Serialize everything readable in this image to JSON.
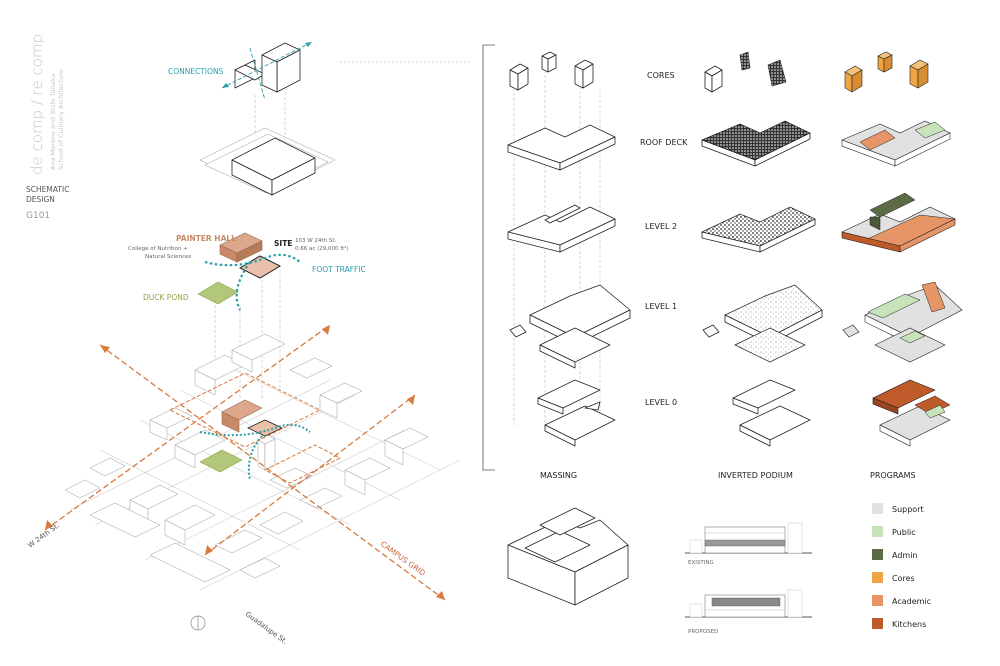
{
  "project": {
    "title": "de comp / re comp",
    "subtitle_line1": "Ana Moreno and Yoshi Tanaka",
    "subtitle_line2": "School of Culinary Architecture",
    "phase_line1": "SCHEMATIC",
    "phase_line2": "DESIGN",
    "sheet": "G101"
  },
  "site_labels": {
    "connections": "CONNECTIONS",
    "painter_hall": "PAINTER HALL",
    "painter_sub1": "College of Nutrition +",
    "painter_sub2": "Natural Sciences",
    "site": "SITE",
    "site_address": "103 W 24th St.",
    "site_area": "0.66 ac (29,000 ft²)",
    "foot_traffic": "FOOT TRAFFIC",
    "duck_pond": "DUCK POND",
    "campus_grid": "CAMPUS GRID",
    "street_w24": "W 24th St.",
    "street_guadalupe": "Guadalupe St."
  },
  "levels": {
    "cores": "CORES",
    "roof_deck": "ROOF DECK",
    "level2": "LEVEL 2",
    "level1": "LEVEL 1",
    "level0": "LEVEL 0"
  },
  "columns": {
    "massing": "MASSING",
    "inverted_podium": "INVERTED PODIUM",
    "programs": "PROGRAMS"
  },
  "sections": {
    "existing": "EXISTING",
    "proposed": "PROPOSED"
  },
  "legend": [
    {
      "label": "Support",
      "color": "#e1e1e1"
    },
    {
      "label": "Public",
      "color": "#c6e3ba"
    },
    {
      "label": "Admin",
      "color": "#5b6b45"
    },
    {
      "label": "Cores",
      "color": "#eea545"
    },
    {
      "label": "Academic",
      "color": "#e69567"
    },
    {
      "label": "Kitchens",
      "color": "#bf5a2a"
    }
  ],
  "colors": {
    "teal": "#2a9fab",
    "orange": "#d97a3f",
    "pond_green": "#b2c77a",
    "painter_salmon": "#dba88c",
    "linework": "#222222"
  }
}
